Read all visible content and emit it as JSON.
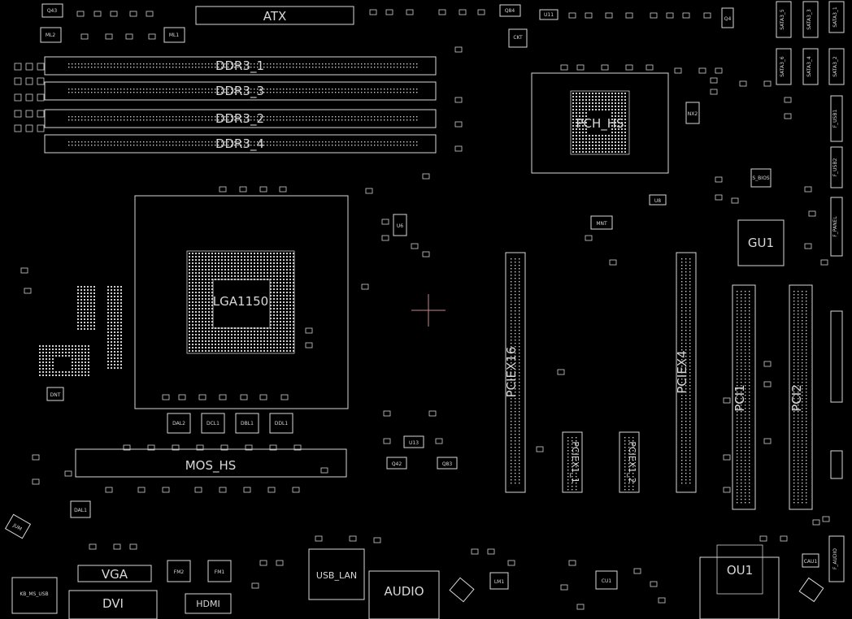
{
  "colors": {
    "background": "#000000",
    "outline": "#d8d8d8",
    "cursor": "#c4878f"
  },
  "labels": {
    "atx": "ATX",
    "ddr": [
      "DDR3_1",
      "DDR3_3",
      "DDR3_2",
      "DDR3_4"
    ],
    "pch": "PCH_HS",
    "socket": "LGA1150",
    "mos_hs": "MOS_HS",
    "gu1": "GU1",
    "ou1": "OU1",
    "pciex16": "PCIEX16",
    "pciex4": "PCIEX4",
    "pci1": "PCI1",
    "pci2": "PCI2",
    "pciex1_1": "PCIEX1_1",
    "pciex1_2": "PCIEX1_2",
    "vga": "VGA",
    "dvi": "DVI",
    "hdmi": "HDMI",
    "usb_lan": "USB_LAN",
    "audio": "AUDIO",
    "q43": "Q43",
    "ml2": "ML2",
    "ml1": "ML1",
    "q84": "Q84",
    "u11": "U11",
    "ckt": "CKT",
    "q4": "Q4",
    "nx2": "NX2",
    "u6": "U6",
    "u8": "U8",
    "q42": "Q42",
    "q83": "Q83",
    "u13": "U13",
    "dal2": "DAL2",
    "dcl1": "DCL1",
    "dbl1": "DBL1",
    "ddl1": "DDL1",
    "dal1": "DAL1",
    "fm2": "FM2",
    "fm1": "FM1",
    "lm1": "LM1",
    "cu1": "CU1",
    "cau1": "CAU1",
    "dnt": "DNT",
    "mnt": "MNT",
    "s_bios": "S_BIOS",
    "f_panel": "F_PANEL",
    "f_usb1": "F_USB1",
    "f_usb2": "F_USB2",
    "f_audio": "F_AUDIO",
    "jum": "JUM",
    "kb_ms_usb": "KB_MS_USB",
    "sata": [
      "SATA3_1",
      "SATA3_2",
      "SATA3_3",
      "SATA3_4",
      "SATA3_5",
      "SATA3_6"
    ]
  }
}
